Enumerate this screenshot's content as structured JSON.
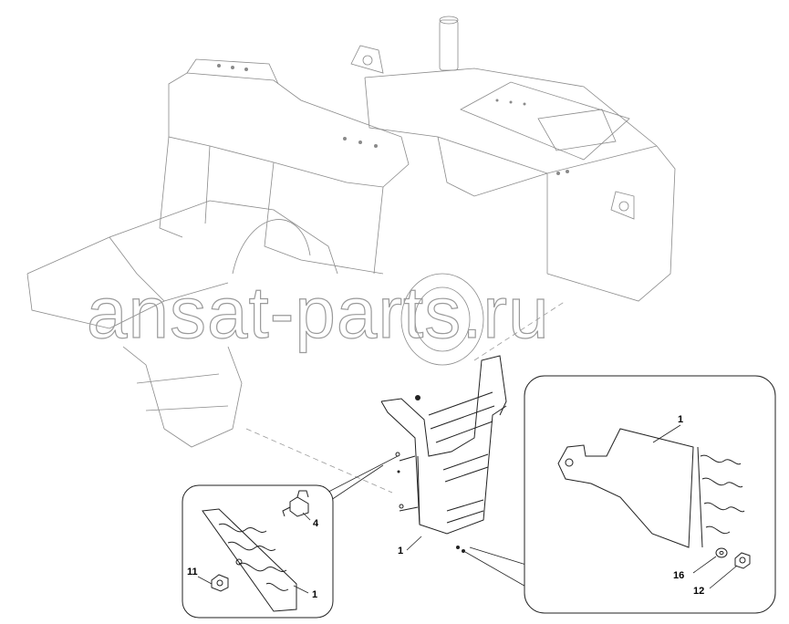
{
  "watermark": "ansat-parts.ru",
  "callouts": {
    "main_step": "1",
    "detail_right_step": "1",
    "detail_right_washer": "16",
    "detail_right_nut": "12",
    "detail_left_bolt": "4",
    "detail_left_nut": "11",
    "detail_left_step": "1"
  },
  "colors": {
    "line": "#222222",
    "frame_line": "#8a8a8a",
    "watermark": "#9a9a9a"
  }
}
